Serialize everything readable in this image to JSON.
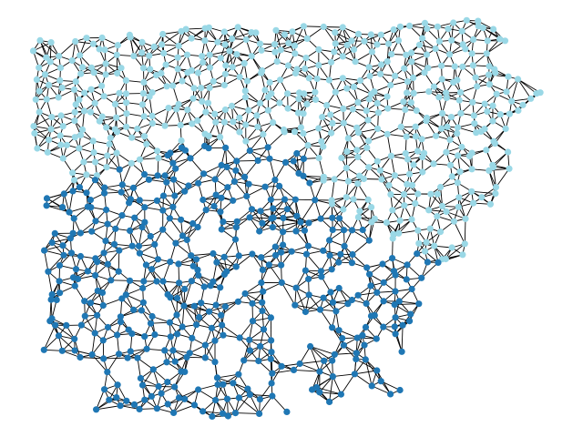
{
  "figure": {
    "type": "network graph",
    "edge_color": "#000000",
    "background": "#ffffff"
  },
  "clusters": [
    {
      "id": "north",
      "color": "#9ad8e6"
    },
    {
      "id": "south",
      "color": "#1f77b4"
    }
  ]
}
